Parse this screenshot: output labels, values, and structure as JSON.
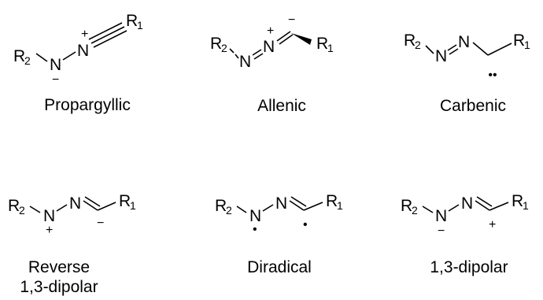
{
  "labels": {
    "r1": "R",
    "r2": "R",
    "n": "N",
    "sub1": "1",
    "sub2": "2",
    "plus": "+",
    "minus": "−",
    "radical": "•",
    "lone_pair": "••"
  },
  "structures": [
    {
      "caption": "Propargyllic"
    },
    {
      "caption": "Allenic"
    },
    {
      "caption": "Carbenic"
    },
    {
      "caption": "Reverse",
      "caption_line2": "1,3-dipolar"
    },
    {
      "caption": "Diradical"
    },
    {
      "caption": "1,3-dipolar"
    }
  ]
}
